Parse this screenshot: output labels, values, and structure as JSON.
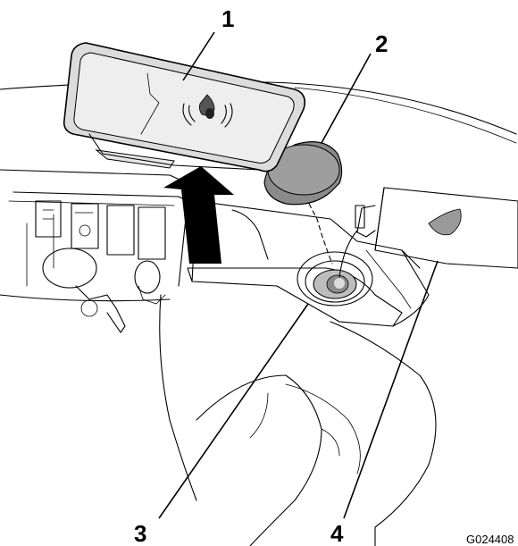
{
  "callouts": [
    {
      "number": "1",
      "part": "cover"
    },
    {
      "number": "2",
      "part": "cap"
    },
    {
      "number": "3",
      "part": "reservoir-neck"
    },
    {
      "number": "4",
      "part": "fluid-bottle"
    }
  ],
  "figure_id": "G024408",
  "icons": {
    "cover_symbol": "brake-fluid-icon",
    "bottle_symbol": "fluid-drop-icon",
    "direction": "up-arrow"
  }
}
